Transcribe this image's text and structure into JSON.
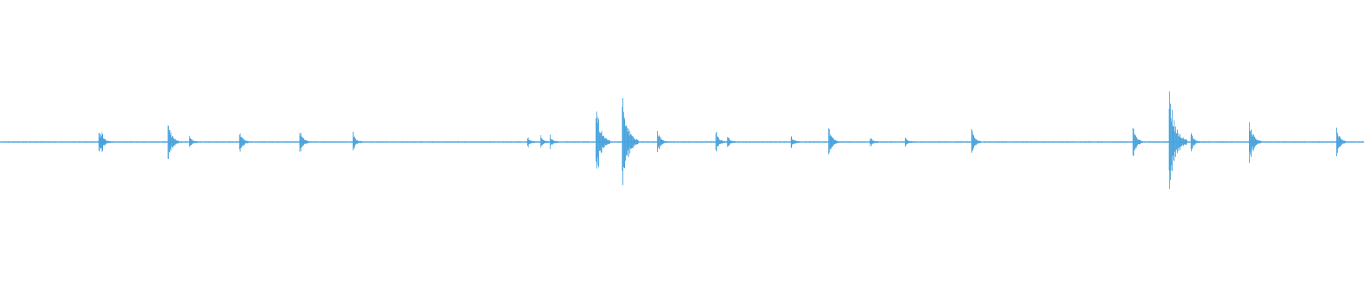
{
  "waveform": {
    "color": "#49a3dd",
    "background": "#ffffff",
    "events": [
      {
        "time": 0.0725,
        "amplitude": 0.08
      },
      {
        "time": 0.0738,
        "amplitude": 0.06
      },
      {
        "time": 0.0748,
        "amplitude": 0.07
      },
      {
        "time": 0.1231,
        "amplitude": 0.17
      },
      {
        "time": 0.1389,
        "amplitude": 0.05
      },
      {
        "time": 0.1756,
        "amplitude": 0.09
      },
      {
        "time": 0.2198,
        "amplitude": 0.11
      },
      {
        "time": 0.2589,
        "amplitude": 0.07
      },
      {
        "time": 0.3868,
        "amplitude": 0.04
      },
      {
        "time": 0.3964,
        "amplitude": 0.05
      },
      {
        "time": 0.4033,
        "amplitude": 0.05
      },
      {
        "time": 0.437,
        "amplitude": 0.28
      },
      {
        "time": 0.4562,
        "amplitude": 0.35
      },
      {
        "time": 0.4821,
        "amplitude": 0.09
      },
      {
        "time": 0.5249,
        "amplitude": 0.09
      },
      {
        "time": 0.5333,
        "amplitude": 0.05
      },
      {
        "time": 0.58,
        "amplitude": 0.05
      },
      {
        "time": 0.6075,
        "amplitude": 0.12
      },
      {
        "time": 0.638,
        "amplitude": 0.04
      },
      {
        "time": 0.6637,
        "amplitude": 0.04
      },
      {
        "time": 0.7124,
        "amplitude": 0.1
      },
      {
        "time": 0.8307,
        "amplitude": 0.12
      },
      {
        "time": 0.8571,
        "amplitude": 0.4
      },
      {
        "time": 0.8732,
        "amplitude": 0.08
      },
      {
        "time": 0.9159,
        "amplitude": 0.18
      },
      {
        "time": 0.98,
        "amplitude": 0.11
      }
    ]
  }
}
